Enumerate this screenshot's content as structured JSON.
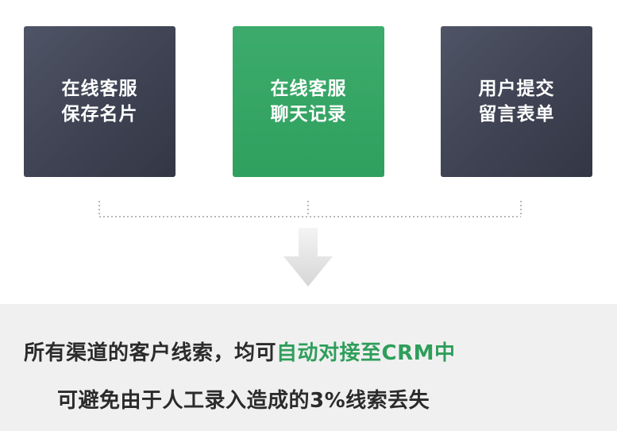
{
  "cards": [
    {
      "line1": "在线客服",
      "line2": "保存名片",
      "color": "#3f4353"
    },
    {
      "line1": "在线客服",
      "line2": "聊天记录",
      "color": "#34a463"
    },
    {
      "line1": "用户提交",
      "line2": "留言表单",
      "color": "#3f4353"
    }
  ],
  "arrow_icon": "arrow-down-icon",
  "summary": {
    "line1_prefix": "所有渠道的客户线索，均可",
    "line1_highlight": "自动对接至CRM中",
    "line2": "可避免由于人工录入造成的3%线索丢失",
    "highlight_color": "#2e9e5b"
  }
}
